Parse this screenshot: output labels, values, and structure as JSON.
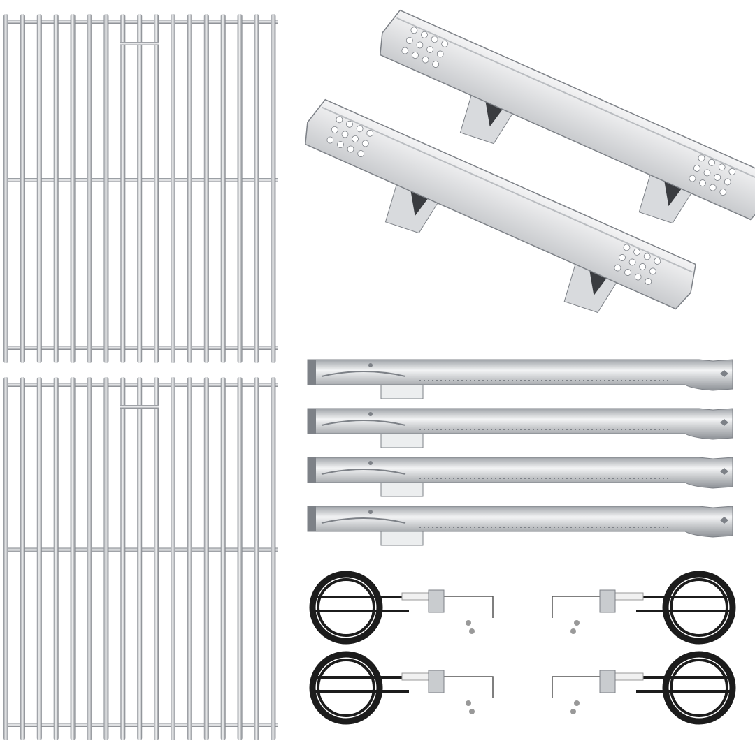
{
  "product": {
    "components": [
      {
        "name": "cooking-grate",
        "quantity": 2
      },
      {
        "name": "heat-plate",
        "quantity": 2
      },
      {
        "name": "burner-tube",
        "quantity": 4
      },
      {
        "name": "igniter-electrode",
        "quantity": 4
      }
    ]
  },
  "colors": {
    "background": "#ffffff",
    "steel_light": "#e6e7e9",
    "steel_mid": "#b9bcc0",
    "steel_dark": "#7d8187",
    "shadow": "#3a3c40",
    "wire_black": "#1c1c1c"
  }
}
